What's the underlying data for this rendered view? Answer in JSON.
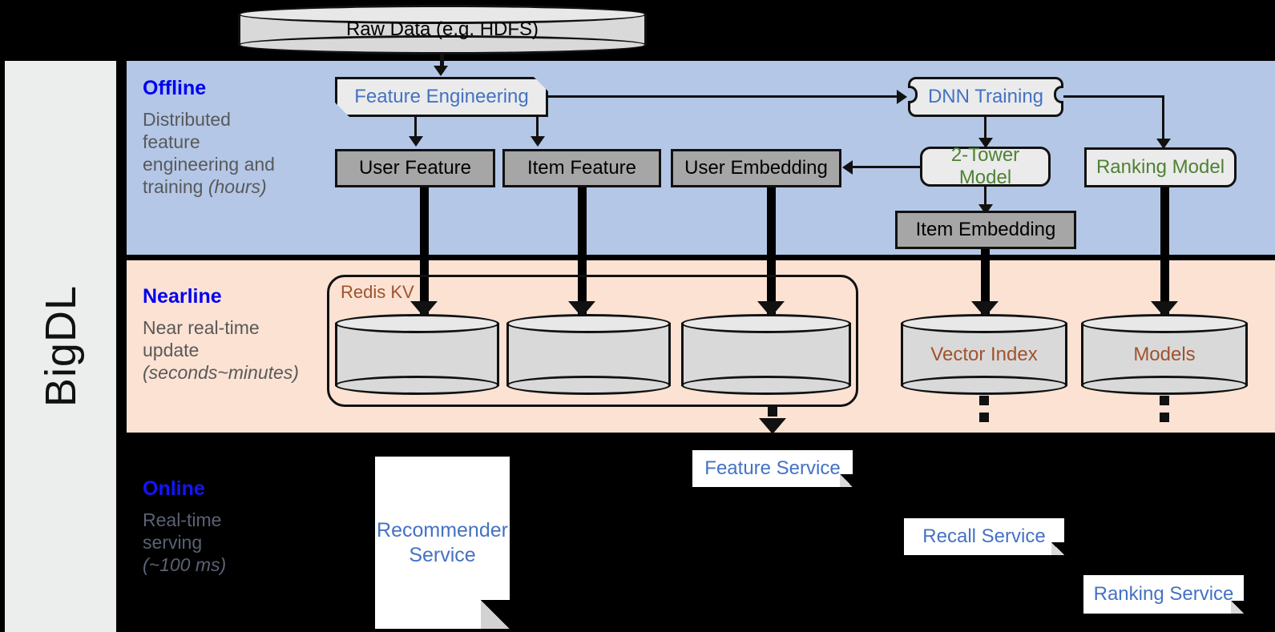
{
  "rail": {
    "label": "BigDL"
  },
  "bands": {
    "offline": {
      "title": "Offline",
      "subtitle_line1": "Distributed",
      "subtitle_line2": "feature",
      "subtitle_line3": "engineering and",
      "subtitle_line4": "training ",
      "subtitle_italic": "(hours)",
      "color": "#b4c7e7"
    },
    "nearline": {
      "title": "Nearline",
      "subtitle_line1": "Near real-time",
      "subtitle_line2": "update",
      "subtitle_italic": "(seconds~minutes)",
      "color": "#fbe2d3"
    },
    "online": {
      "title": "Online",
      "subtitle_line1": "Real-time",
      "subtitle_line2": "serving",
      "subtitle_italic": "(~100 ms)",
      "color": "#000000"
    }
  },
  "source": {
    "raw_data": "Raw Data (e.g. HDFS)"
  },
  "offline_nodes": {
    "feature_engineering": "Feature Engineering",
    "dnn_training": "DNN Training",
    "user_feature": "User Feature",
    "item_feature": "Item Feature",
    "user_embedding": "User Embedding",
    "two_tower_model": "2-Tower Model",
    "ranking_model": "Ranking Model",
    "item_embedding": "Item Embedding"
  },
  "nearline_nodes": {
    "redis_kv": "Redis KV",
    "store_user_feature": "",
    "store_item_feature": "",
    "store_user_embedding": "",
    "vector_index": "Vector Index",
    "models": "Models"
  },
  "online_nodes": {
    "recommender_service": "Recommender Service",
    "feature_service": "Feature Service",
    "recall_service": "Recall Service",
    "ranking_service": "Ranking Service"
  },
  "colors": {
    "offline_band": "#b4c7e7",
    "nearline_band": "#fbe2d3",
    "band_title": "#0000f0",
    "caption_text": "#595959",
    "process_blue_text": "#4472c4",
    "model_green_text": "#4e8234",
    "store_brown_text": "#a0522d",
    "grey_box": "#a6a6a6",
    "cylinder": "#d9d9d9",
    "rail": "#eceded"
  }
}
